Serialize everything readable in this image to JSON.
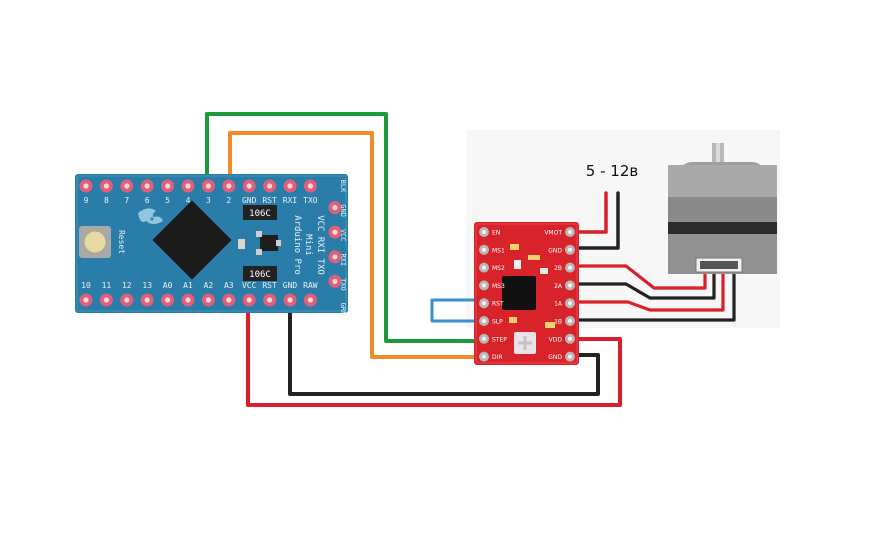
{
  "supply_label": "5 - 12в",
  "arduino": {
    "top_pins": [
      "9",
      "8",
      "7",
      "6",
      "5",
      "4",
      "3",
      "2",
      "GND",
      "RST",
      "RXI",
      "TXO"
    ],
    "bottom_pins": [
      "10",
      "11",
      "12",
      "13",
      "A0",
      "A1",
      "A2",
      "A3",
      "VCC",
      "RST",
      "GND",
      "RAW"
    ],
    "right_pins": [
      "BLK",
      "GND",
      "VCC",
      "RXI",
      "TXO",
      "GRN"
    ],
    "reset_label": "Reset",
    "board_text": [
      "VCC RXI TXO",
      "Mini",
      "Arduino Pro"
    ],
    "cap_label_1": "106C",
    "cap_label_2": "106C"
  },
  "driver": {
    "left_pins": [
      "EN",
      "MS1",
      "MS2",
      "MS3",
      "RST",
      "SLP",
      "STEP",
      "DIR"
    ],
    "right_pins": [
      "VMOT",
      "GND",
      "2B",
      "2A",
      "1A",
      "1B",
      "VDD",
      "GND"
    ]
  },
  "colors": {
    "board": "#2a7da8",
    "driver": "#d8232a",
    "wire_green": "#1b9a3c",
    "wire_orange": "#f08a2a",
    "wire_blue": "#3a8fd4",
    "wire_red": "#d9202a",
    "wire_black": "#222222"
  }
}
